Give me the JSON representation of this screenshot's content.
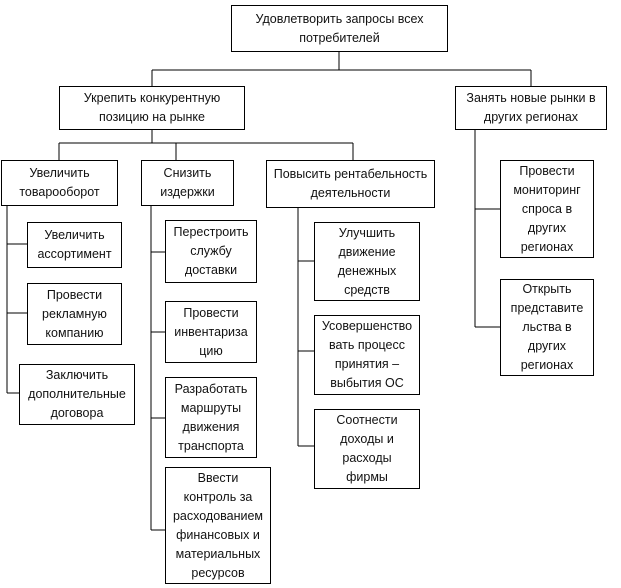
{
  "root": {
    "label": "Удовлетворить запросы всех\nпотребителей"
  },
  "level1": [
    {
      "id": "compete",
      "label": "Укрепить конкурентную\nпозицию на рынке"
    },
    {
      "id": "markets",
      "label": "Занять новые рынки в\nдругих регионах"
    }
  ],
  "level2": [
    {
      "id": "turnover",
      "label": "Увеличить\nтоварооборот"
    },
    {
      "id": "costs",
      "label": "Снизить\nиздержки"
    },
    {
      "id": "profit",
      "label": "Повысить рентабельность\nдеятельности"
    }
  ],
  "turnover_tasks": [
    {
      "label": "Увеличить\nассортимент"
    },
    {
      "label": "Провести\nрекламную\nкомпанию"
    },
    {
      "label": "Заключить\nдополнительные\nдоговора"
    }
  ],
  "costs_tasks": [
    {
      "label": "Перестроить\nслужбу\nдоставки"
    },
    {
      "label": "Провести\nинвентариза\nцию"
    },
    {
      "label": "Разработать\nмаршруты\nдвижения\nтранспорта"
    },
    {
      "label": "Ввести\nконтроль за\nрасходованием\nфинансовых и\nматериальных\nресурсов"
    }
  ],
  "profit_tasks": [
    {
      "label": "Улучшить\nдвижение\nденежных\nсредств"
    },
    {
      "label": "Усовершенство\nвать процесс\nпринятия –\nвыбытия ОС"
    },
    {
      "label": "Соотнести\nдоходы и\nрасходы\nфирмы"
    }
  ],
  "markets_tasks": [
    {
      "label": "Провести\nмониторинг\nспроса в\nдругих\nрегионах"
    },
    {
      "label": "Открыть\nпредставите\nльства в\nдругих\nрегионах"
    }
  ]
}
